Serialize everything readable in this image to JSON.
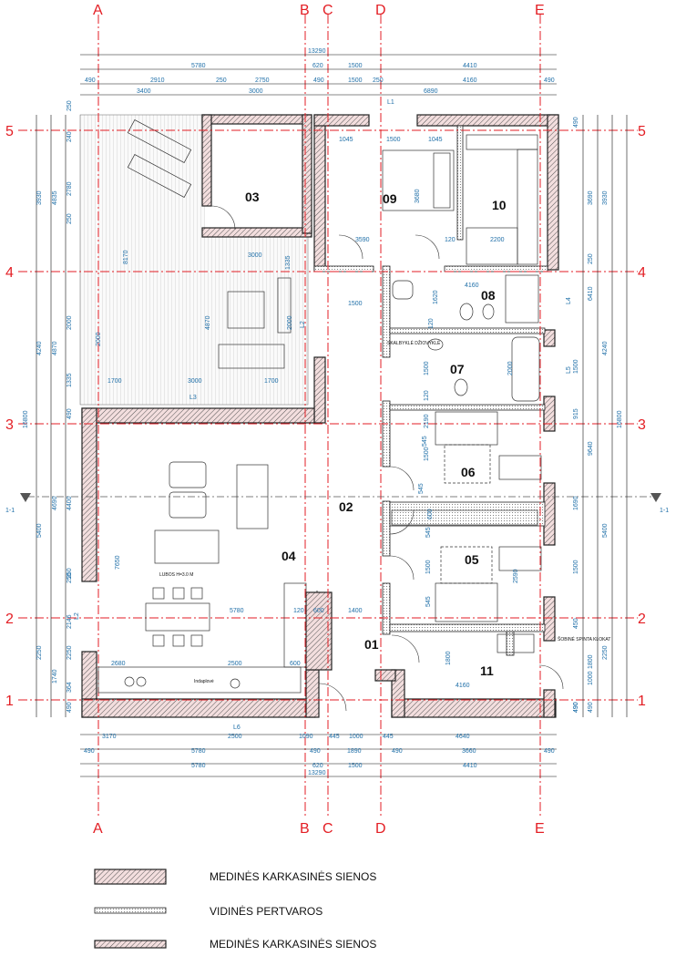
{
  "axes_top": [
    "A",
    "B",
    "C",
    "D",
    "E"
  ],
  "axes_bottom": [
    "A",
    "B",
    "C",
    "D",
    "E"
  ],
  "axes_rows_left": [
    "5",
    "4",
    "3",
    "2",
    "1"
  ],
  "axes_rows_right": [
    "5",
    "4",
    "3",
    "2",
    "1"
  ],
  "section_marks": {
    "left": "1-1",
    "right": "1-1"
  },
  "top_dims": {
    "overall": "13290",
    "row2": [
      "5780",
      "620",
      "1500",
      "4410"
    ],
    "row3": [
      "490",
      "2910",
      "250",
      "2750",
      "490",
      "1500",
      "250",
      "4160",
      "490"
    ],
    "row4": [
      "3400",
      "3000",
      "6890"
    ]
  },
  "bottom_dims": {
    "row1": [
      "3170",
      "2500",
      "1090",
      "445",
      "1000",
      "445",
      "4640"
    ],
    "row2": [
      "490",
      "5780",
      "490",
      "1890",
      "490",
      "3660",
      "490"
    ],
    "row3": [
      "5780",
      "620",
      "1500",
      "4410"
    ],
    "overall": "13290"
  },
  "left_dims": {
    "overall": "16800",
    "col2": [
      "3930",
      "4240",
      "5400",
      "2250"
    ],
    "col3": [
      "4835",
      "4870",
      "4690",
      "1740"
    ],
    "col4": [
      "250",
      "240",
      "2780",
      "250",
      "2000",
      "1335",
      "490",
      "4400",
      "250",
      "2146",
      "2250",
      "364",
      "490"
    ]
  },
  "right_dims": {
    "overall": "16800",
    "col2": [
      "3930",
      "4240",
      "5400",
      "2250"
    ],
    "col3": [
      "3690",
      "250",
      "6410",
      "9640",
      "1800",
      "1000",
      "490"
    ],
    "col4": [
      "490",
      "1500",
      "915",
      "1690",
      "1500",
      "450",
      "490"
    ]
  },
  "rooms": [
    {
      "num": "01"
    },
    {
      "num": "02"
    },
    {
      "num": "03"
    },
    {
      "num": "04"
    },
    {
      "num": "05"
    },
    {
      "num": "06"
    },
    {
      "num": "07"
    },
    {
      "num": "08"
    },
    {
      "num": "09"
    },
    {
      "num": "10"
    },
    {
      "num": "11"
    }
  ],
  "interior_dims": [
    "1045",
    "1500",
    "1045",
    "3680",
    "3590",
    "120",
    "2200",
    "3000",
    "1335",
    "2000",
    "8170",
    "4870",
    "2000",
    "1700",
    "3000",
    "1700",
    "1500",
    "4160",
    "1620",
    "120",
    "1500",
    "2000",
    "120",
    "2190",
    "545",
    "1500",
    "545",
    "600",
    "545",
    "1500",
    "545",
    "2590",
    "5780",
    "120",
    "600",
    "1400",
    "2680",
    "2500",
    "600",
    "7650",
    "4160",
    "1800",
    "250",
    "490"
  ],
  "labels": {
    "l1": "L1",
    "l2": "L2",
    "l2b": "L2",
    "l3": "L3",
    "l4": "L4",
    "l5": "L5",
    "l6": "L6",
    "ceiling": "LUBOS H=3.0 M",
    "laundry": "SKALBYKLĖ DŽIOVYKLĖ",
    "dishwasher": "Indaplovė",
    "utility": "ŠOBINĖ SPINTA KLOKAT",
    "star": "*"
  },
  "legend": [
    {
      "text": "MEDINĖS KARKASINĖS SIENOS"
    },
    {
      "text": "VIDINĖS PERTVAROS"
    },
    {
      "text": "MEDINĖS KARKASINĖS SIENOS"
    }
  ],
  "colors": {
    "axis": "#e31e24",
    "dimension": "#1f6fa8",
    "wall": "#222222"
  }
}
